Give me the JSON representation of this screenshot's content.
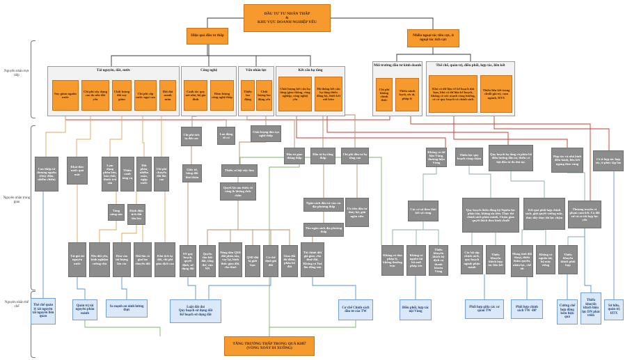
{
  "top": {
    "goal": "ĐẦU TƯ TƯ NHÂN THẤP\n&\nKHU VỰC DOANH NGHIỆP YẾU",
    "efficiency": "Hiệu quả đầu tư thấp",
    "externalities": "Nhiều ngoại tác tiêu cực, ít ngoại tác tích cực"
  },
  "bottom": {
    "spiral": "TĂNG TRƯỞNG THẤP TRONG QUÁ KHỨ\n(VÒNG XOÁY ĐI XUỐNG)"
  },
  "sections": {
    "direct": "Nguyên nhân trực tiếp",
    "intermediate": "Nguyên nhân trung gian",
    "institutional": "Nguyên nhân thể chế"
  },
  "groups": {
    "resources": "Tài nguyên, đất, nước",
    "technology": "Công nghệ",
    "human": "Vốn nhân lực",
    "infrastructure": "Kết cấu hạ tầng",
    "business_env": "Môi trường đầu tư kinh doanh",
    "governance": "Thể chế, quản trị, điều phối, hợp tác, liên kết"
  },
  "direct_nodes": [
    "Suy giảm nguồn nước",
    "Chi phí xây dựng cao do nền đất yếu",
    "Chất lượng đất suy giảm",
    "Chi phí cấp nước ngọt cao",
    "Đất đai manh mún",
    "Canh tác quy mô nhỏ, hộ gia đình",
    "Hàm lượng công nghệ thấp",
    "Thiếu lao động",
    "Chất lượng lao động yếu",
    "Chất lượng kết cấu hạ tầng (giao thông, công nghiệp, công nghệ) yếu",
    "Hệ thống kết cấu hạ tầng thiếu đồng bộ, thiết kết nối kém",
    "Chi phí không chính thức",
    "Thiếu minh bạch, ưu ái, pháp lý",
    "Khó có dữ liệu về kế hoạch dài hạn, khó có dữ liệu kế hoạch, không có sức mạnh cùng hướng, có cơ quy hoạch và chính sách",
    "Thiếu liên kết trong chuỗi giá trị, cụm ngành, HTX"
  ],
  "intermediate_nodes": [
    "Can thiệp từ thượng nguồn (thủy điện, nhiễm chiến)",
    "Khai thác nước quá mức",
    "Lạm dụng phân bón, hóa chất, thuốc trừ sâu",
    "Thâm canh tăng vụ",
    "Đất phèn, nhiễm mặn, ngập nước",
    "Chi phí chuyển đất lấn cao",
    "Tăng nông sản",
    "Kinh diện tích đất lấn kín",
    "Chi phí tích tụ đất cao",
    "Giấy tờ, bằng đất khó khăn",
    "Lao động di cư",
    "Chất lượng đào tạo nghề thấp",
    "Thiếu cơ hội việc làm",
    "Quyết lài sản thiếu rõ ràng & không chắc chắn",
    "Đầu tư giao thông thấp",
    "Đầu tư hạ tầng thấp",
    "Chi phí đầu tư hạ tầng cao",
    "Ngân sách đầu tư của các địa phương thấp",
    "Thu ngân sách địa phương thấp",
    "Ưu tiên đầu tư thủy lợi, giải ngân xiêu",
    "Không có dữ liệu Vùng, thương hiệu Vùng",
    "Thiếu lực quy hoạch vùng chậm",
    "Quy hoạch hạ tầng và phân bổ điều hướng đầu tư, thiếu cơ hội đầu tư do thủ tục",
    "Hợp tác và nhà kinh điều hành, liên kết ngang theo vùng",
    "Có ít hợp tác hợp tác, ít phúc tập lao",
    "Các cơ sở theo thói kết xã vùng",
    "Quy hoạch thiếu đồng bộ Nguồn lực phân tán, không ưu tiên. Thực thi chính sách phân mảnh. Chậm giao quyết thích theo hình chuỗi",
    "Kết quả phối hợp chính sách, giải quyết vướng mắc, thúc đẩy thực thi lực chậm",
    "Thương truyền vì phạm cam kết. Cả đối xử và xe tốt hợp lực yếu"
  ],
  "cause_row": [
    "Tài giá tài nguyên nước",
    "Nền đất yếu, kinh nghiệm cường chủ",
    "Đưa vào tài lượng lâu các",
    "Đất lâu cả giai lao chuyển đổi",
    "Khó tích tụ đất, chi phí giao dịch cao",
    "SN quy hoạch, quyết định, sử dụng đất",
    "Quyền thu hồi đất, tổng thể, của NN",
    "Nông dân QSD đất phân tán, vay lại, bình thức giao đất, cho thuê",
    "QSD đất bị giới hạn",
    "Có chế định giá đất",
    "Giao đất thí điểm, phân bổ đất",
    "Tài chính đất giá giao, cho thuê đất, Không có Toà lần động sản",
    "Không có tầm pháp lý, không thường trực",
    "Không có nguồn tài bổ mới pháp xúc",
    "Thiếu khuyến khích bộ dịch vụ thanh khoản Vùng",
    "Các bộ sắp chính sách, quy hoạch ngành phân mảnh",
    "Thiếu khuyến khích hợp tác liên kết",
    "Mang tính đối thoại, thiếu thẩm quyền, nhân lực, chế tài",
    "Không có nguồn tài, bộ máy riêng",
    "Thiếu khuyến khích phối hợp"
  ],
  "institutional": [
    "Thể chế quản lý tài nguyên tài nguyên liên quan",
    "Quản trị tài nguyên phân mảnh",
    "Sa mạnh an ninh lương thực",
    "Luật đất đai\nQuy hoạch sử dụng đất\nKế hoạch sử dụng đất",
    "Cơ chế Chính sách đầu tư của TW",
    "Điều phối, hợp tác nội Vùng",
    "Phối hợp giữa các cơ quan TW",
    "Phối hợp chính sách TW -ĐP",
    "Cường chế hợp đồng kém hiệu quả",
    "Thiếu khuyến khích hiệu lực DN phát triển",
    "Sở hữu, quản trị HTX"
  ]
}
